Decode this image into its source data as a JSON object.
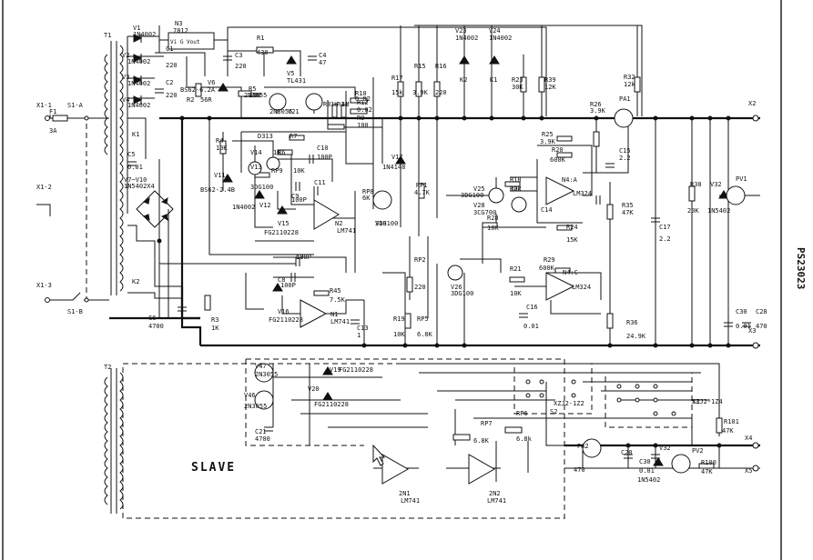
{
  "title": "PS23023",
  "slave_label": "SLAVE",
  "terminals": [
    "X1-1",
    "S1-A",
    "X1-2",
    "X1-3",
    "S1-B",
    "X2",
    "X3",
    "X4",
    "X5"
  ],
  "transformers": [
    "T1",
    "T2"
  ],
  "fuse": {
    "ref": "F1",
    "value": "3A"
  },
  "regulator": {
    "ref": "N3",
    "value": "7812",
    "pin_label": "Vi G Vout"
  },
  "relay_contacts": [
    "K1",
    "K2"
  ],
  "labels": [
    {
      "ref": "V1",
      "value": "1N4002"
    },
    {
      "ref": "V2",
      "value": "1N4002"
    },
    {
      "ref": "V3",
      "value": "1N4002"
    },
    {
      "ref": "V4",
      "value": "1N4002"
    },
    {
      "ref": "C1",
      "value": "220"
    },
    {
      "ref": "C2",
      "value": "220"
    },
    {
      "ref": "C3",
      "value": "220"
    },
    {
      "ref": "C4",
      "value": "47"
    },
    {
      "ref": "R1",
      "value": "430"
    },
    {
      "ref": "V5",
      "value": "TL431"
    },
    {
      "ref": "V6",
      "value": "BS62-6.2A"
    },
    {
      "ref": "R2",
      "value": "56R"
    },
    {
      "ref": "R5",
      "value": "100"
    },
    {
      "ref": "V22",
      "value": "2N3055"
    },
    {
      "ref": "V21",
      "value": "2N3055"
    },
    {
      "ref": "R8",
      "value": "1K"
    },
    {
      "ref": "R11",
      "value": "1M"
    },
    {
      "ref": "R10",
      "value": "0.02"
    },
    {
      "ref": "R12",
      "value": "0.02"
    },
    {
      "ref": "R9",
      "value": "100"
    },
    {
      "ref": "C5",
      "value": "0.01"
    },
    {
      "ref": "V7~V10",
      "value": "1N5402X4"
    },
    {
      "ref": "R4",
      "value": "10K"
    },
    {
      "ref": "D313",
      "value": ""
    },
    {
      "ref": "R7",
      "value": ""
    },
    {
      "ref": "V14",
      "value": ""
    },
    {
      "ref": "R6",
      "value": "1K"
    },
    {
      "ref": "C10",
      "value": "100P"
    },
    {
      "ref": "V13",
      "value": "3DG100"
    },
    {
      "ref": "RP9",
      "value": "10K"
    },
    {
      "ref": "C9",
      "value": "100P"
    },
    {
      "ref": "C11",
      "value": ""
    },
    {
      "ref": "V11",
      "value": "BS62-2.4B"
    },
    {
      "ref": "V12",
      "value": "1N4002"
    },
    {
      "ref": "V15",
      "value": "FG2110228"
    },
    {
      "ref": "N2",
      "value": "LM741"
    },
    {
      "ref": "V17",
      "value": "1N4148"
    },
    {
      "ref": "RP8",
      "value": "6K"
    },
    {
      "ref": "RP1",
      "value": "4.7K"
    },
    {
      "ref": "V18",
      "value": "3DG100"
    },
    {
      "ref": "R17",
      "value": "15k"
    },
    {
      "ref": "R15",
      "value": "3.9K"
    },
    {
      "ref": "R16",
      "value": "220"
    },
    {
      "ref": "V23",
      "value": "1N4002"
    },
    {
      "ref": "V24",
      "value": "1N4002"
    },
    {
      "ref": "K2",
      "value": ""
    },
    {
      "ref": "K1",
      "value": ""
    },
    {
      "ref": "R23",
      "value": "30K"
    },
    {
      "ref": "R39",
      "value": "12K"
    },
    {
      "ref": "R32",
      "value": "12k"
    },
    {
      "ref": "R26",
      "value": "3.9K"
    },
    {
      "ref": "PA1",
      "value": ""
    },
    {
      "ref": "R25",
      "value": "3.9K"
    },
    {
      "ref": "R20",
      "value": "600K"
    },
    {
      "ref": "N4:A",
      "value": "LM324"
    },
    {
      "ref": "V25",
      "value": "3DG100"
    },
    {
      "ref": "R18",
      "value": "10K"
    },
    {
      "ref": "R22",
      "value": ""
    },
    {
      "ref": "V28",
      "value": "3CG700"
    },
    {
      "ref": "R28",
      "value": "10K"
    },
    {
      "ref": "C14",
      "value": ""
    },
    {
      "ref": "R24",
      "value": "15K"
    },
    {
      "ref": "C15",
      "value": "2.2"
    },
    {
      "ref": "R35",
      "value": "47K"
    },
    {
      "ref": "R38",
      "value": "20K"
    },
    {
      "ref": "V32",
      "value": "1N5402"
    },
    {
      "ref": "PV1",
      "value": ""
    },
    {
      "ref": "C17",
      "value": "2.2"
    },
    {
      "ref": "C7",
      "value": "100P"
    },
    {
      "ref": "C8",
      "value": "100P"
    },
    {
      "ref": "V16",
      "value": "FG2110228"
    },
    {
      "ref": "N1",
      "value": "LM741"
    },
    {
      "ref": "R45",
      "value": "7.5K"
    },
    {
      "ref": "RP2",
      "value": "220"
    },
    {
      "ref": "V26",
      "value": "3DG100"
    },
    {
      "ref": "R21",
      "value": "10K"
    },
    {
      "ref": "R29",
      "value": "600K"
    },
    {
      "ref": "N4:C",
      "value": "LM324"
    },
    {
      "ref": "C16",
      "value": "0.01"
    },
    {
      "ref": "C13",
      "value": "1"
    },
    {
      "ref": "R19",
      "value": "10K"
    },
    {
      "ref": "RP5",
      "value": "6.8K"
    },
    {
      "ref": "C6",
      "value": "4700"
    },
    {
      "ref": "R3",
      "value": "1K"
    },
    {
      "ref": "R36",
      "value": "24.9K"
    },
    {
      "ref": "C30",
      "value": "0.01"
    },
    {
      "ref": "C28",
      "value": "470"
    },
    {
      "ref": "V47",
      "value": "2N3055"
    },
    {
      "ref": "V46",
      "value": "2N3055"
    },
    {
      "ref": "C21",
      "value": "4700"
    },
    {
      "ref": "V19",
      "value": "FG2110228"
    },
    {
      "ref": "V20",
      "value": "FG2110228"
    },
    {
      "ref": "XZJ2-1Z2",
      "value": "S2"
    },
    {
      "ref": "S3",
      "value": "XZJ2-1Z4"
    },
    {
      "ref": "RP7",
      "value": "6.8K"
    },
    {
      "ref": "RP6",
      "value": "6.8k"
    },
    {
      "ref": "R101",
      "value": "47K"
    },
    {
      "ref": "PA2",
      "value": "470"
    },
    {
      "ref": "C20",
      "value": ""
    },
    {
      "ref": "C30",
      "value": "0.01"
    },
    {
      "ref": "V32",
      "value": ""
    },
    {
      "ref": "PV2",
      "value": ""
    },
    {
      "ref": "R100",
      "value": "47K"
    },
    {
      "ref": "2N1",
      "value": "LM741"
    },
    {
      "ref": "2N2",
      "value": "LM741"
    },
    {
      "ref": "",
      "value": "1N5402"
    }
  ]
}
